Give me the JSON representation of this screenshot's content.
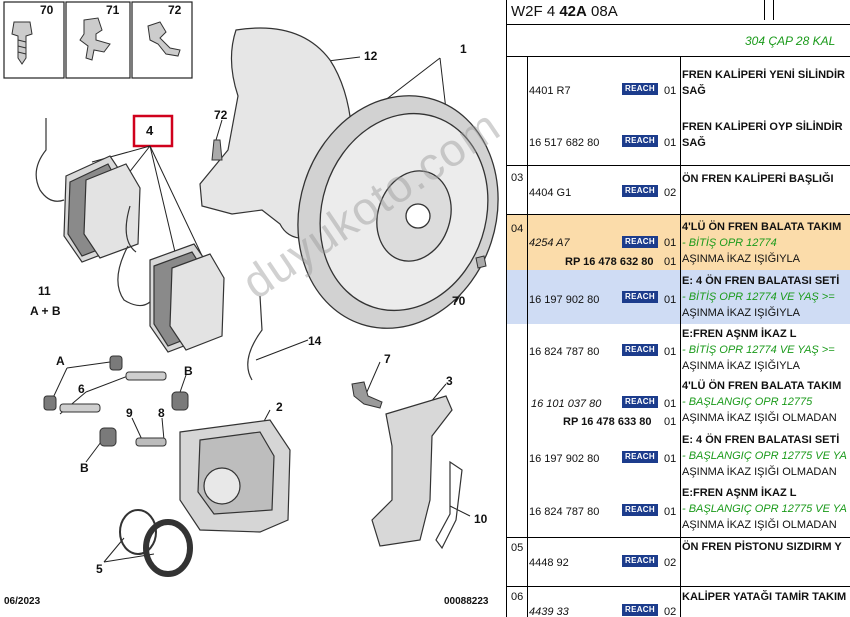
{
  "diagram": {
    "labels": {
      "l70": "70",
      "l71": "71",
      "l72top": "72",
      "l4": "4",
      "l12": "12",
      "l1": "1",
      "l72": "72",
      "l11": "11",
      "lab": "A + B",
      "l70b": "70",
      "l14": "14",
      "lA": "A",
      "l6": "6",
      "lB1": "B",
      "l9": "9",
      "l8": "8",
      "lB2": "B",
      "l2": "2",
      "l7": "7",
      "l3": "3",
      "l10": "10",
      "l5": "5"
    },
    "date": "06/2023",
    "code": "00088223",
    "watermark": "duyukoto.com"
  },
  "panel": {
    "header_pre": "W2F 4 ",
    "header_bold": "42A",
    "header_post": " 08A",
    "subheader": "304 ÇAP 28 KAL",
    "reach": "REACH",
    "blocks": [
      {
        "group": "",
        "rows": [
          {
            "ref": "4401 R7",
            "qty": "01",
            "lines": [
              {
                "text": "FREN KALİPERİ YENİ SİLİNDİR",
                "s": "b"
              },
              {
                "text": "SAĞ",
                "s": "b"
              }
            ]
          },
          {
            "ref": "16 517 682 80",
            "qty": "01",
            "lines": [
              {
                "text": "FREN KALİPERİ OYP SİLİNDİR",
                "s": "b"
              },
              {
                "text": "SAĞ",
                "s": "b"
              }
            ]
          }
        ]
      },
      {
        "group": "03",
        "rows": [
          {
            "ref": "4404 G1",
            "qty": "02",
            "lines": [
              {
                "text": "ÖN FREN KALİPERİ BAŞLIĞI",
                "s": "b"
              }
            ]
          }
        ]
      },
      {
        "group": "04",
        "rows": [
          {
            "ref": "4254 A7",
            "ref_style": "it",
            "ref2": "RP 16 478 632 80",
            "qty": "01",
            "qty2": "01",
            "lines": [
              {
                "text": "4'LÜ ÖN FREN BALATA TAKIM",
                "s": "b"
              },
              {
                "text": "- BİTİŞ OPR 12774",
                "s": "g"
              },
              {
                "text": "AŞINMA İKAZ IŞIĞIYLA",
                "s": "n"
              }
            ]
          },
          {
            "ref": "16 197 902 80",
            "qty": "01",
            "lines": [
              {
                "text": "E: 4 ÖN FREN BALATASI SETİ",
                "s": "b"
              },
              {
                "text": "- BİTİŞ OPR 12774 VE YAŞ >=",
                "s": "g"
              },
              {
                "text": "AŞINMA İKAZ IŞIĞIYLA",
                "s": "n"
              }
            ]
          },
          {
            "ref": "16 824 787 80",
            "qty": "01",
            "lines": [
              {
                "text": "E:FREN AŞNM İKAZ L",
                "s": "b"
              },
              {
                "text": "- BİTİŞ OPR 12774 VE YAŞ >=",
                "s": "g"
              },
              {
                "text": "AŞINMA İKAZ IŞIĞIYLA",
                "s": "n"
              }
            ]
          },
          {
            "ref": "16 101 037 80",
            "ref_style": "it",
            "ref2": "RP 16 478 633 80",
            "qty": "01",
            "qty2": "01",
            "lines": [
              {
                "text": "4'LÜ ÖN FREN BALATA TAKIM",
                "s": "b"
              },
              {
                "text": "- BAŞLANGIÇ OPR 12775",
                "s": "g"
              },
              {
                "text": "AŞINMA İKAZ IŞIĞI OLMADAN",
                "s": "n"
              }
            ]
          },
          {
            "ref": "16 197 902 80",
            "qty": "01",
            "lines": [
              {
                "text": "E: 4 ÖN FREN BALATASI SETİ",
                "s": "b"
              },
              {
                "text": "- BAŞLANGIÇ OPR 12775 VE YA",
                "s": "g"
              },
              {
                "text": "AŞINMA İKAZ IŞIĞI OLMADAN",
                "s": "n"
              }
            ]
          },
          {
            "ref": "16 824 787 80",
            "qty": "01",
            "lines": [
              {
                "text": "E:FREN AŞNM İKAZ L",
                "s": "b"
              },
              {
                "text": "- BAŞLANGIÇ OPR 12775 VE YA",
                "s": "g"
              },
              {
                "text": "AŞINMA İKAZ IŞIĞI OLMADAN",
                "s": "n"
              }
            ]
          }
        ]
      },
      {
        "group": "05",
        "rows": [
          {
            "ref": "4448 92",
            "qty": "02",
            "lines": [
              {
                "text": "ÖN FREN PİSTONU SIZDIRM Y",
                "s": "b"
              }
            ]
          }
        ]
      },
      {
        "group": "06",
        "rows": [
          {
            "ref": "4439 33",
            "ref_style": "it",
            "qty": "02",
            "lines": [
              {
                "text": "KALİPER YATAĞI TAMİR TAKIM",
                "s": "b"
              }
            ]
          }
        ]
      }
    ]
  },
  "colors": {
    "reach": "#1c3c8c",
    "green": "#1a9a1a",
    "highlight_orange": "#fbdcaa",
    "highlight_blue": "#cfdcf4",
    "callout": "#d0001c"
  }
}
